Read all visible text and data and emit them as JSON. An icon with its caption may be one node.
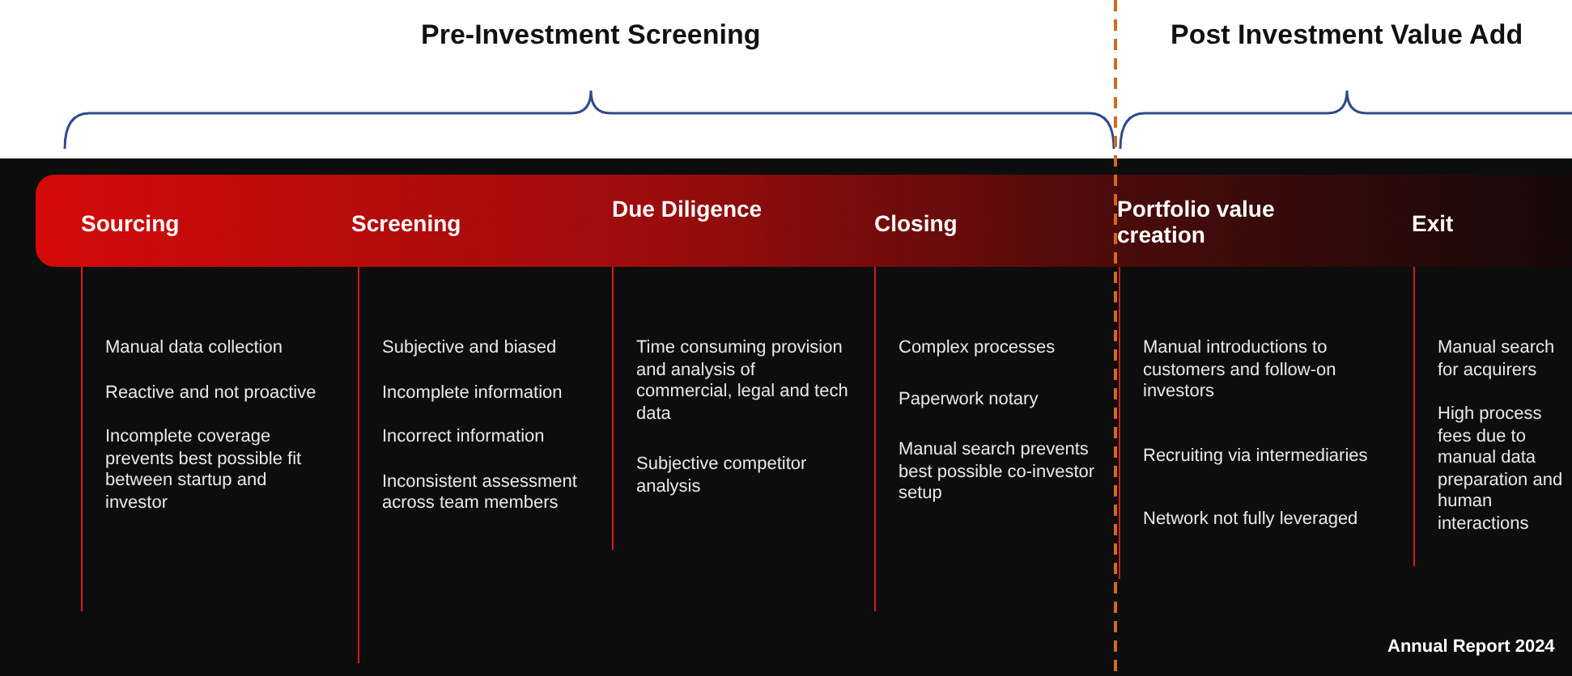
{
  "diagram": {
    "nodes": [
      {
        "text": [
          "Sourcing",
          "Screening",
          "Due Diligence",
          "Closing",
          "Portfolio value creation",
          "Exit"
        ]
      },
      {
        "text": [
          "Manual data collection",
          "Reactive and not proactive",
          "Incomplete coverage prevents best possible fit between startup and investor"
        ]
      },
      {
        "text": [
          "Subjective and biased",
          "Incomplete information",
          "Incorrect information",
          "Inconsistent assessment across team members"
        ]
      },
      {
        "text": [
          "Time consuming provision and analysis of commercial, legal and tech data",
          "Subjective competitor analysis"
        ]
      },
      {
        "text": [
          "Complex processes",
          "Paperwork notary",
          "Manual search prevents best possible co-investor setup"
        ]
      },
      {
        "text": [
          "Manual introductions to customers and follow-on investors",
          "Recruiting via intermediaries",
          "Network not fully leveraged"
        ]
      },
      {
        "text": [
          "Manual search for acquirers",
          "High process fees due to manual data preparation and human interactions"
        ]
      }
    ],
    "labels": [
      "Pre-Investment Screening",
      "Post Investment Value Add",
      "Annual Report 2024"
    ]
  }
}
